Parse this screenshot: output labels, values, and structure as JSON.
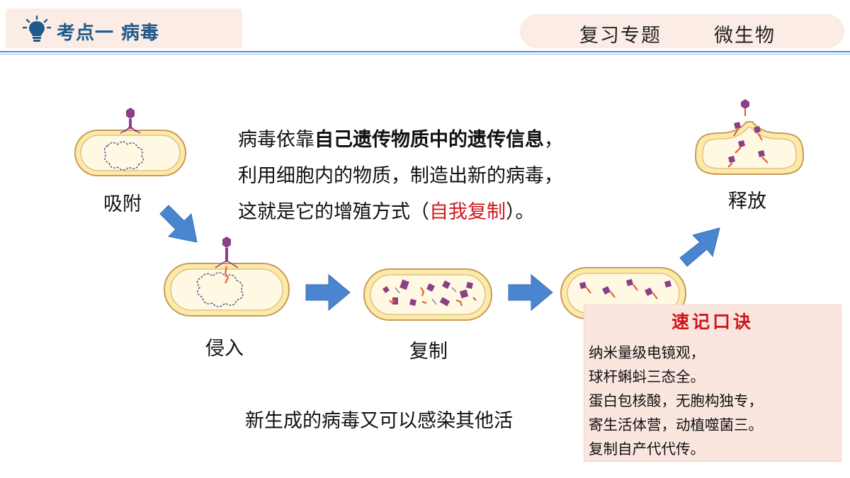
{
  "header": {
    "topic_tag": "考点一 病毒",
    "subject": "复习专题",
    "chapter": "微生物"
  },
  "stages": {
    "adsorb": "吸附",
    "invade": "侵入",
    "replicate": "复制",
    "release": "释放"
  },
  "description": {
    "line1_pre": "病毒依靠",
    "line1_bold": "自己遗传物质中的遗传信息",
    "line1_post": "，",
    "line2": "利用细胞内的物质，制造出新的病毒，",
    "line3_pre": "这就是它的增殖方式（",
    "line3_red": "自我复制",
    "line3_post": "）。"
  },
  "bottom_text": "新生成的病毒又可以感染其他活",
  "rhyme": {
    "title": "速记口诀",
    "lines": [
      "纳米量级电镜观，",
      "球杆蝌蚪三态全。",
      "蛋白包核酸，无胞构独专，",
      "寄生活体营，动植噬菌三。",
      "复制自产代代传。"
    ]
  },
  "colors": {
    "header_text": "#1f5a8a",
    "rule": "#5b8fbe",
    "tag_bg": "#fbece5",
    "emphasis_red": "#d0161b",
    "arrow_blue": "#4a86cf",
    "cell_fill": "#fff6d8",
    "cell_border": "#d9a86a",
    "virus_purple": "#8a3f86"
  },
  "icons": [
    "lightbulb-icon"
  ]
}
